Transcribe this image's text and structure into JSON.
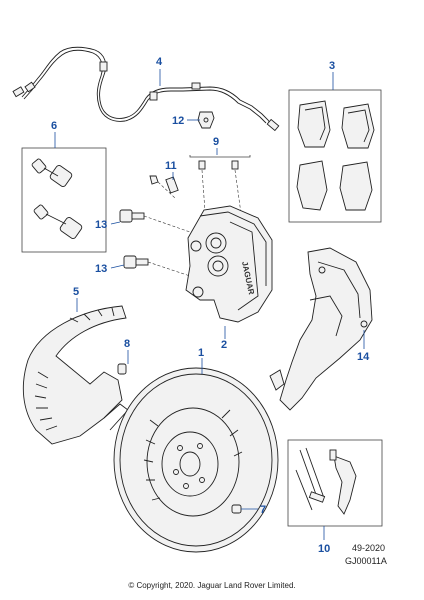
{
  "callouts": [
    "1",
    "2",
    "4",
    "5",
    "6",
    "7",
    "8",
    "9",
    "10",
    "11",
    "12",
    "13",
    "13",
    "14"
  ],
  "brand_text": "JAGUAR",
  "ref_code": "49-2020",
  "image_code": "GJ00011A",
  "copyright": "© Copyright, 2020. Jaguar Land Rover Limited.",
  "accent_color": "#1a4fa0"
}
